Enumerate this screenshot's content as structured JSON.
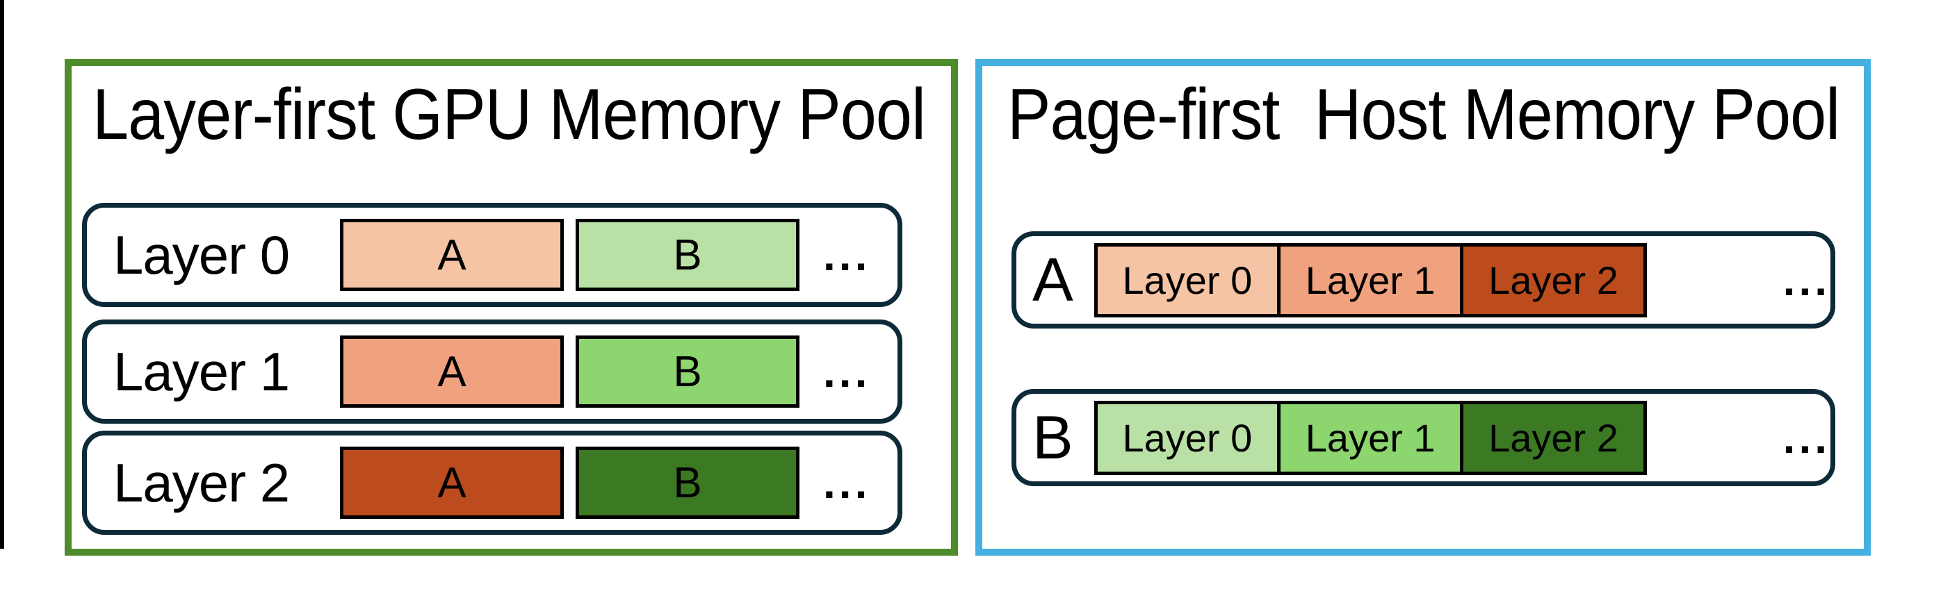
{
  "figure": {
    "edge_line_color": "#000000"
  },
  "colors": {
    "row_outline": "#0d2a38",
    "block_outline": "#000000",
    "orange_light": "#f5c4a5",
    "orange_mid": "#f0a17e",
    "orange_dark": "#bc4b1d",
    "green_light": "#b9e1a6",
    "green_mid": "#8cd56f",
    "green_dark": "#3b7a22"
  },
  "panels": {
    "gpu": {
      "title": "Layer-first GPU Memory Pool",
      "frame_color": "#4e8b2a",
      "rows": [
        {
          "label": "Layer 0",
          "blocks": [
            {
              "label": "A",
              "color": "#f5c4a5"
            },
            {
              "label": "B",
              "color": "#b9e1a6"
            }
          ],
          "ellipsis": "..."
        },
        {
          "label": "Layer 1",
          "blocks": [
            {
              "label": "A",
              "color": "#f0a17e"
            },
            {
              "label": "B",
              "color": "#8cd56f"
            }
          ],
          "ellipsis": "..."
        },
        {
          "label": "Layer 2",
          "blocks": [
            {
              "label": "A",
              "color": "#bc4b1d"
            },
            {
              "label": "B",
              "color": "#3b7a22"
            }
          ],
          "ellipsis": "..."
        }
      ]
    },
    "host": {
      "title": "Page-first  Host Memory Pool",
      "frame_color": "#45b0e0",
      "rows": [
        {
          "label": "A",
          "blocks": [
            {
              "label": "Layer 0",
              "color": "#f5c4a5"
            },
            {
              "label": "Layer 1",
              "color": "#f0a17e"
            },
            {
              "label": "Layer 2",
              "color": "#bc4b1d"
            }
          ],
          "ellipsis": "..."
        },
        {
          "label": "B",
          "blocks": [
            {
              "label": "Layer 0",
              "color": "#b9e1a6"
            },
            {
              "label": "Layer 1",
              "color": "#8cd56f"
            },
            {
              "label": "Layer 2",
              "color": "#3b7a22"
            }
          ],
          "ellipsis": "..."
        }
      ]
    }
  }
}
